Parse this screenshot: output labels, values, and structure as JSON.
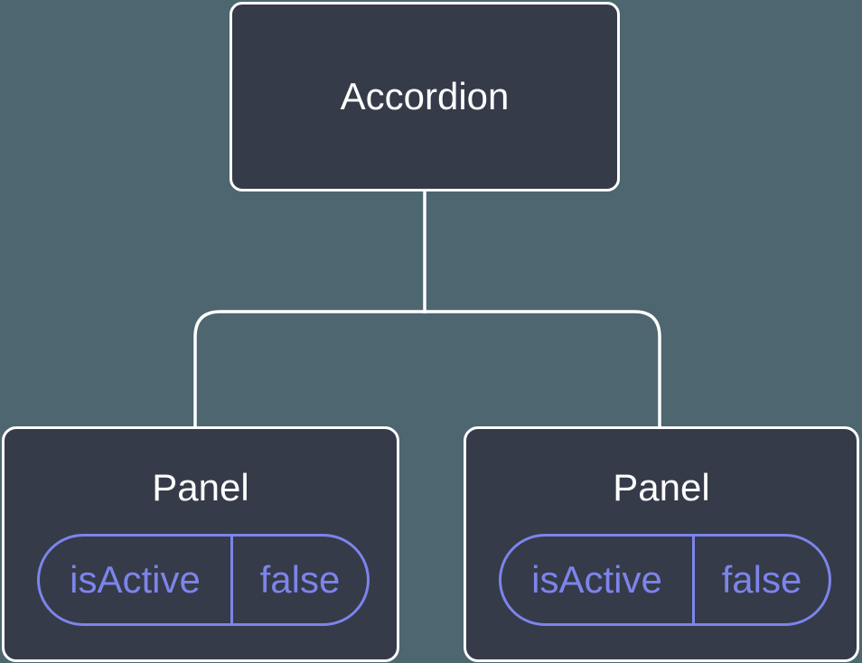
{
  "diagram": {
    "root": {
      "label": "Accordion"
    },
    "panels": [
      {
        "label": "Panel",
        "state": {
          "key": "isActive",
          "value": "false"
        }
      },
      {
        "label": "Panel",
        "state": {
          "key": "isActive",
          "value": "false"
        }
      }
    ]
  },
  "colors": {
    "background": "#4D6670",
    "node_fill": "#353B48",
    "node_border": "#FFFFFF",
    "node_text": "#FFFFFF",
    "state_accent": "#7D84EB",
    "connector": "#FFFFFF"
  }
}
